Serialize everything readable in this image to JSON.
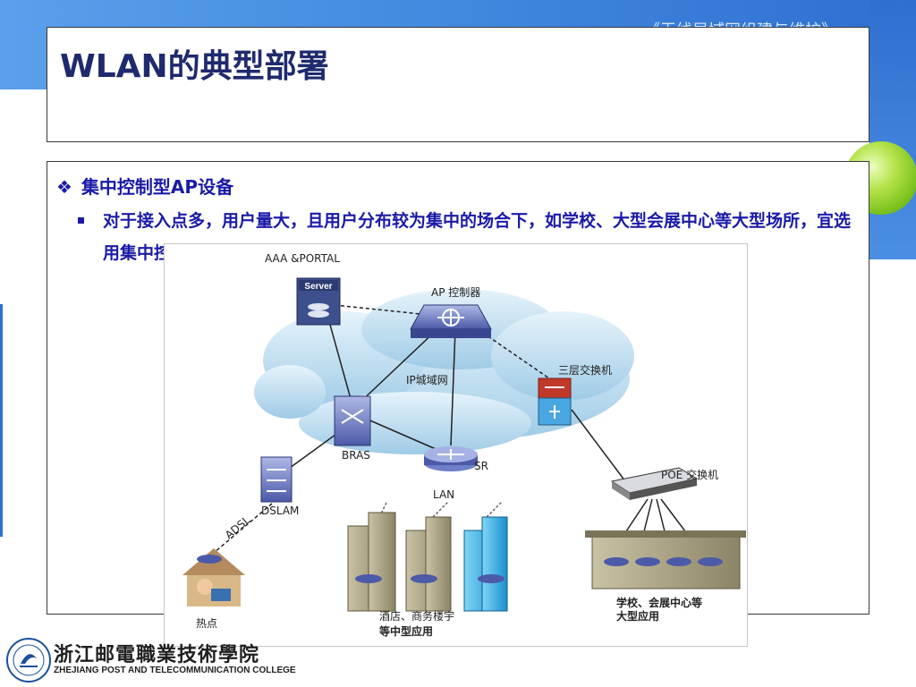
{
  "header": {
    "course_title": "《无线局域网组建与维护》",
    "page_title": "WLAN的典型部署"
  },
  "content": {
    "bullet_1": "集中控制型AP设备",
    "bullet_1_marker": "❖",
    "bullet_2": "对于接入点多，用户量大，且用户分布较为集中的场合下，如学校、大型会展中心等大型场所，宜选用集中控制型AP设备组网。"
  },
  "diagram": {
    "labels": {
      "aaa": "AAA &PORTAL",
      "server": "Server",
      "ap_controller": "AP 控制器",
      "ip_metro": "IP城域网",
      "l3_switch": "三层交换机",
      "bras": "BRAS",
      "sr": "SR",
      "dslam": "DSLAM",
      "adsl": "ADSL",
      "lan": "LAN",
      "poe": "POE 交换机",
      "hotspot": "热点",
      "hotel": "酒店、商务楼宇",
      "hotel_sub": "等中型应用",
      "school": "学校、会展中心等",
      "school_sub": "大型应用"
    }
  },
  "footer": {
    "college_cn": "浙江邮電職業技術學院",
    "college_en": "ZHEJIANG POST AND TELECOMMUNICATION COLLEGE"
  }
}
